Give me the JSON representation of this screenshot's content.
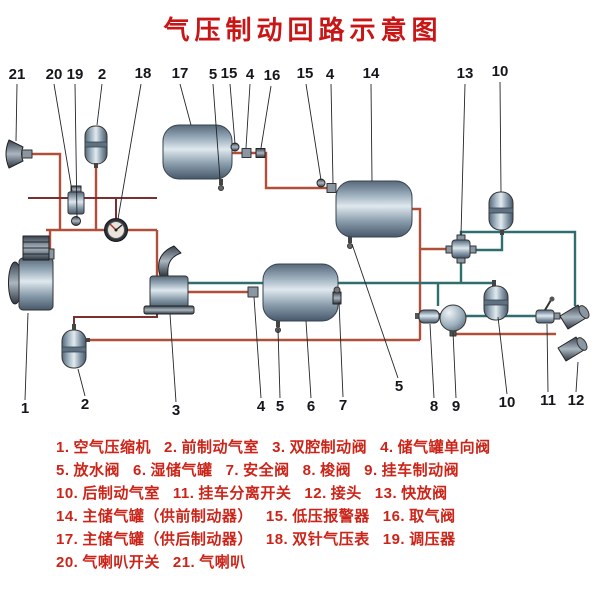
{
  "title": "气压制动回路示意图",
  "colors": {
    "title_red": "#c81616",
    "legend_red": "#cc2418",
    "pipe_red": "#b0503a",
    "pipe_teal": "#2e6e6e",
    "pipe_maroon": "#7a3030",
    "callout_text": "#15161c",
    "tank_steel": "#9db0bd"
  },
  "callouts": {
    "top": [
      "21",
      "20",
      "19",
      "2",
      "18",
      "17",
      "5",
      "15",
      "4",
      "16",
      "15",
      "4",
      "14",
      "13",
      "10"
    ],
    "bottom": [
      "1",
      "2",
      "3",
      "4",
      "5",
      "6",
      "7",
      "5",
      "8",
      "9",
      "10",
      "11",
      "12"
    ]
  },
  "legend": {
    "rows": [
      [
        {
          "n": "1.",
          "t": "空气压缩机"
        },
        {
          "n": "2.",
          "t": "前制动气室"
        },
        {
          "n": "3.",
          "t": "双腔制动阀"
        },
        {
          "n": "4.",
          "t": "储气罐单向阀"
        }
      ],
      [
        {
          "n": "5.",
          "t": "放水阀"
        },
        {
          "n": "6.",
          "t": "湿储气罐"
        },
        {
          "n": "7.",
          "t": "安全阀"
        },
        {
          "n": "8.",
          "t": "梭阀"
        },
        {
          "n": "9.",
          "t": "挂车制动阀"
        }
      ],
      [
        {
          "n": "10.",
          "t": "后制动气室"
        },
        {
          "n": "11.",
          "t": "挂车分离开关"
        },
        {
          "n": "12.",
          "t": "接头"
        },
        {
          "n": "13.",
          "t": "快放阀"
        }
      ],
      [
        {
          "n": "14.",
          "t": "主储气罐（供前制动器）"
        },
        {
          "n": "15.",
          "t": "低压报警器"
        },
        {
          "n": "16.",
          "t": "取气阀"
        }
      ],
      [
        {
          "n": "17.",
          "t": "主储气罐（供后制动器）"
        },
        {
          "n": "18.",
          "t": "双针气压表"
        },
        {
          "n": "19.",
          "t": "调压器"
        }
      ],
      [
        {
          "n": "20.",
          "t": "气喇叭开关"
        },
        {
          "n": "21.",
          "t": "气喇叭"
        }
      ]
    ]
  }
}
